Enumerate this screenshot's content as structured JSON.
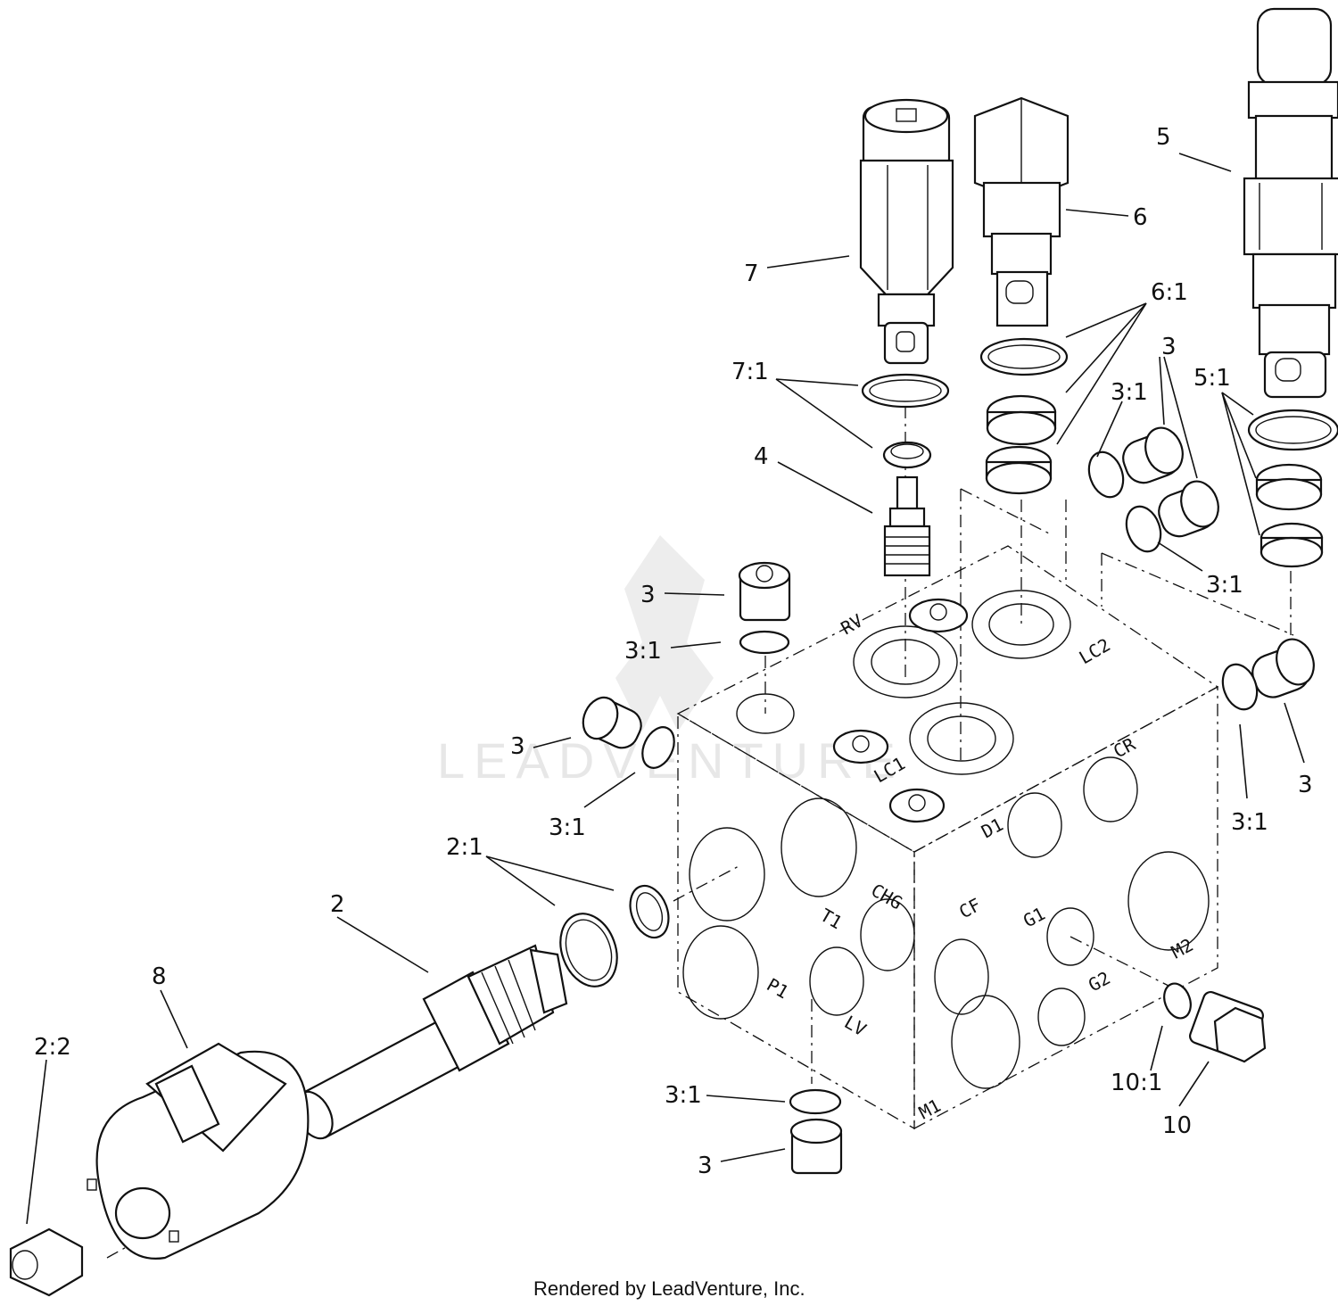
{
  "callouts": {
    "c2": "2",
    "c2_1": "2:1",
    "c2_2": "2:2",
    "c3": "3",
    "c3_1": "3:1",
    "c4": "4",
    "c5": "5",
    "c5_1": "5:1",
    "c6": "6",
    "c6_1": "6:1",
    "c7": "7",
    "c7_1": "7:1",
    "c8": "8",
    "c10": "10",
    "c10_1": "10:1"
  },
  "ports": {
    "rv": "RV",
    "lc2": "LC2",
    "lc1": "LC1",
    "cr": "CR",
    "d1": "D1",
    "chg": "CHG",
    "t1": "T1",
    "cf": "CF",
    "g1": "G1",
    "m2": "M2",
    "g2": "G2",
    "p1": "P1",
    "lv": "LV",
    "m1": "M1"
  },
  "watermark": "LEADVENTURE",
  "footer": "Rendered by LeadVenture, Inc."
}
